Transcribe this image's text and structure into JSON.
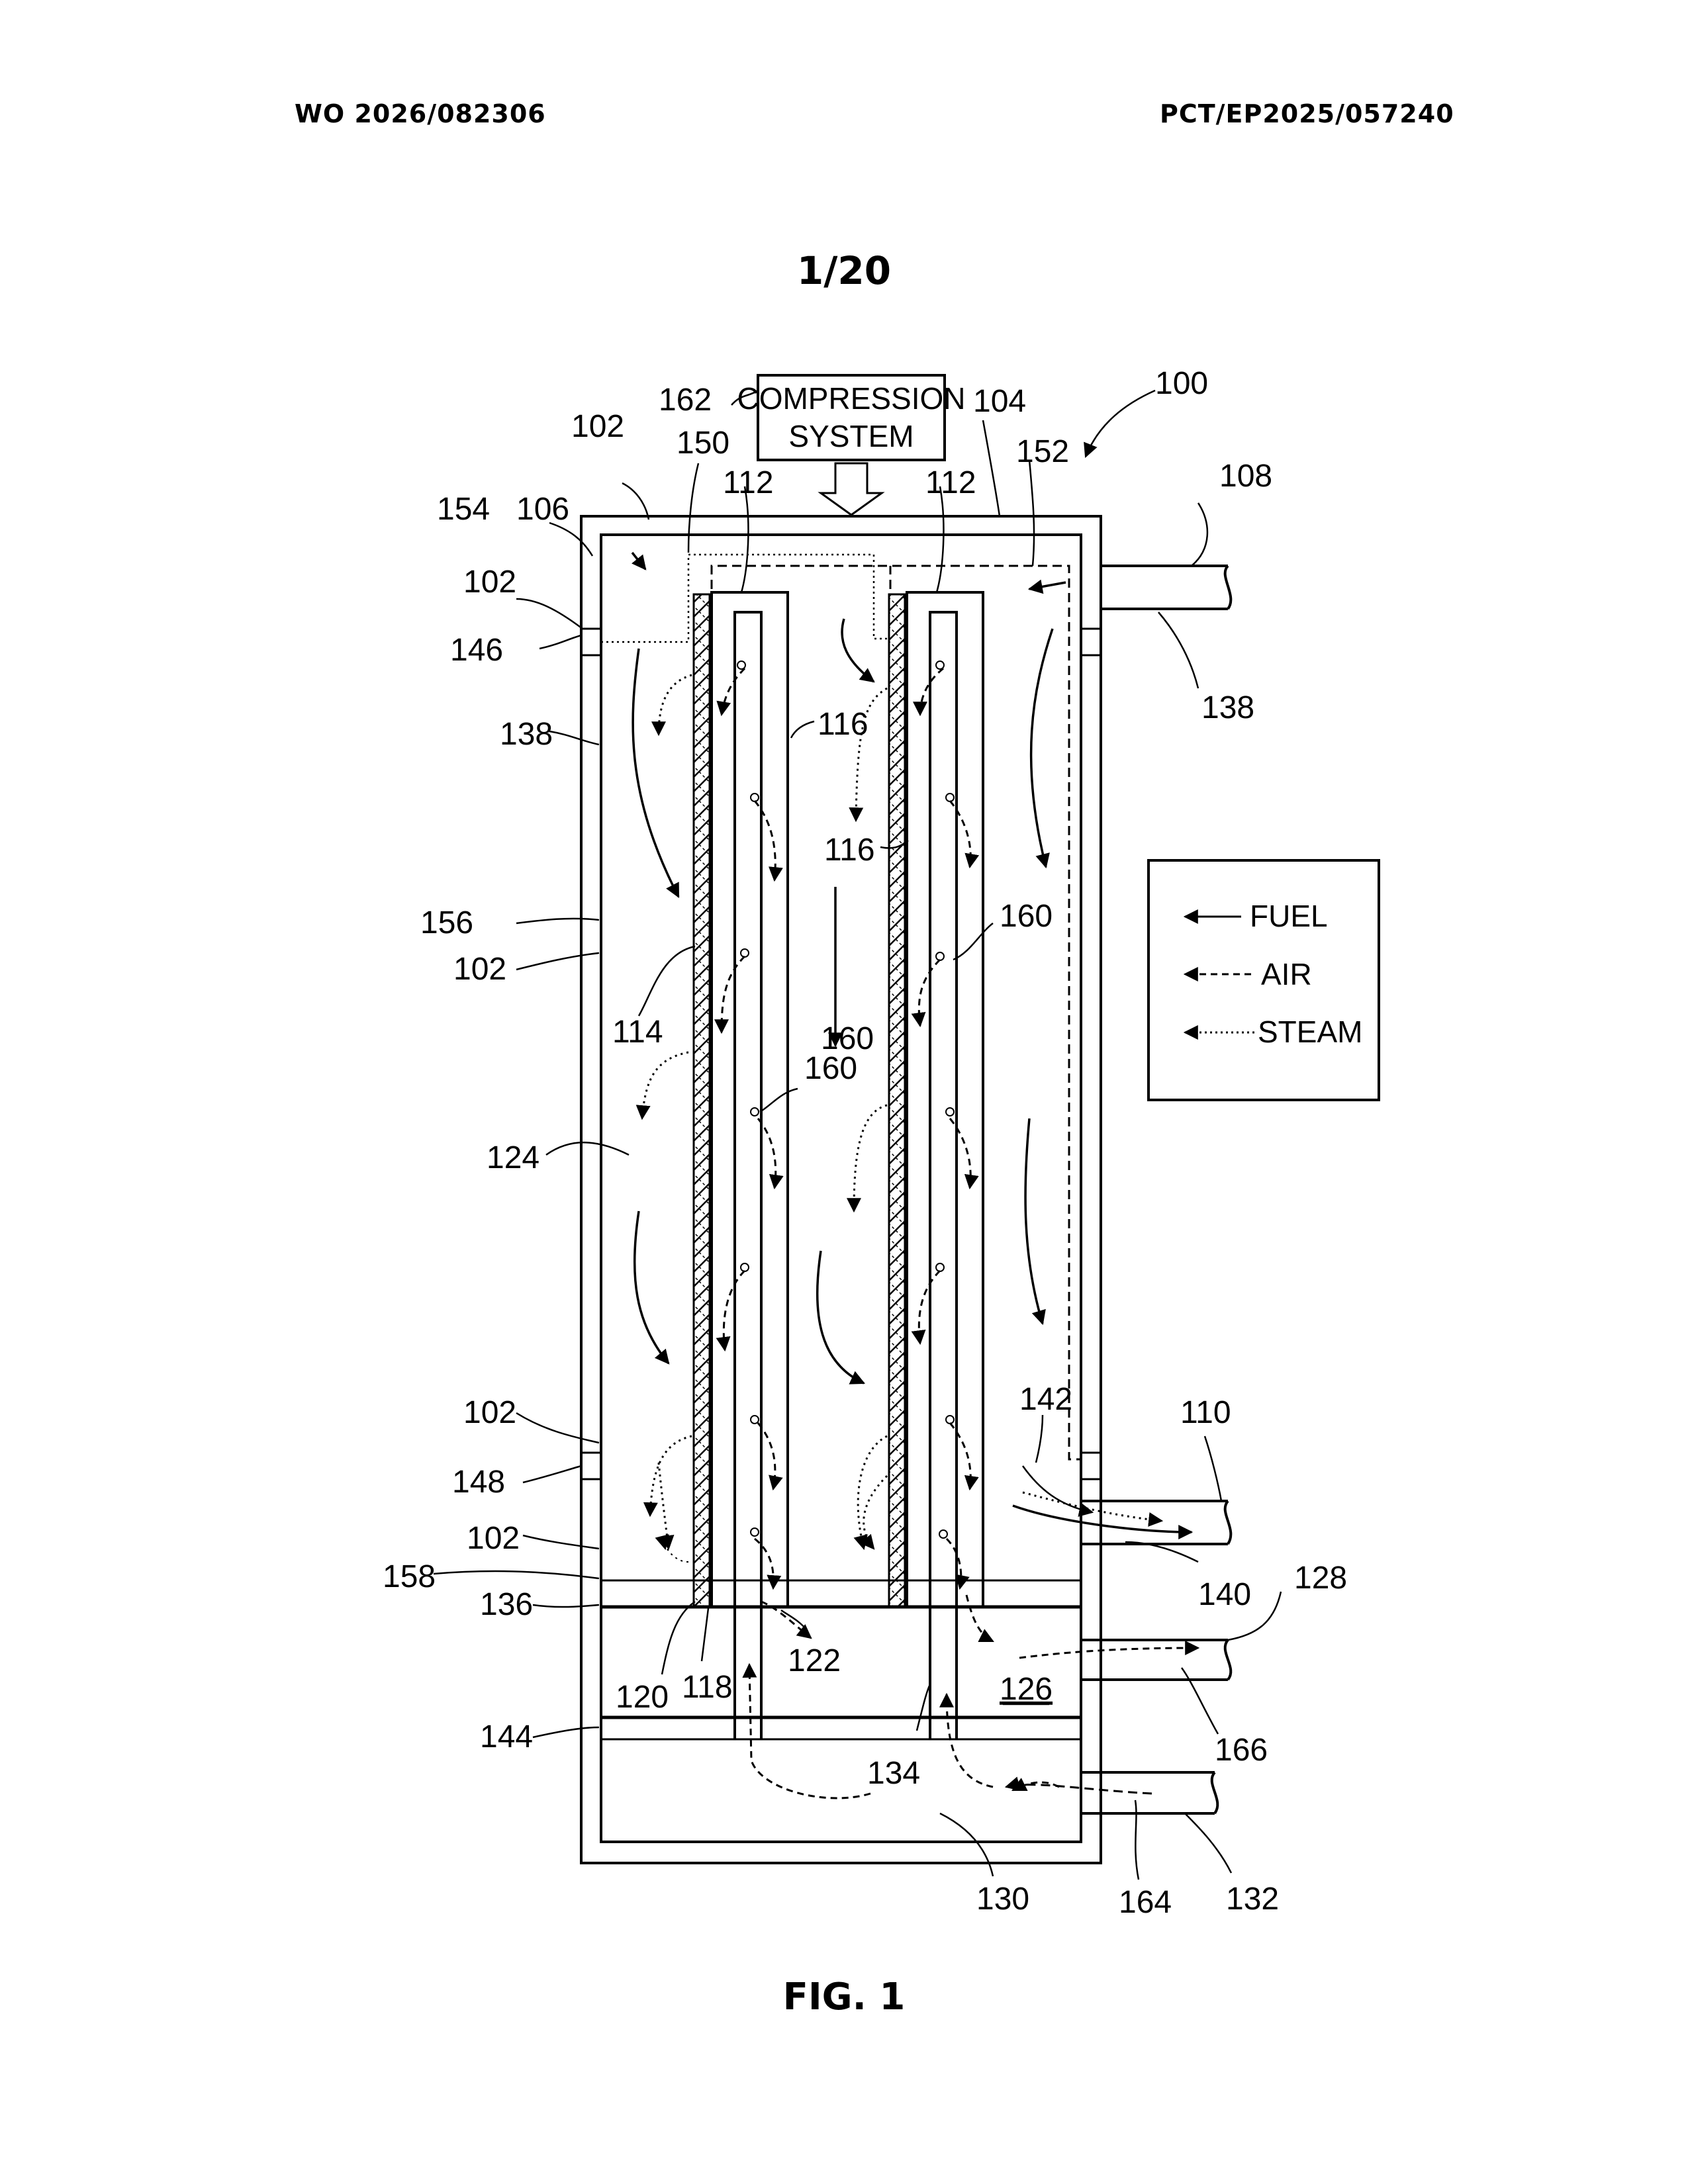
{
  "header": {
    "publication_number": "WO 2026/082306",
    "application_number": "PCT/EP2025/057240"
  },
  "sheet_number": "1/20",
  "figure_caption": "FIG. 1",
  "compression_box": {
    "line1": "COMPRESSION",
    "line2": "SYSTEM"
  },
  "legend": {
    "fuel": "FUEL",
    "air": "AIR",
    "steam": "STEAM"
  },
  "reference_numerals": {
    "n100": "100",
    "n102": "102",
    "n104": "104",
    "n106": "106",
    "n108": "108",
    "n110": "110",
    "n112": "112",
    "n114": "114",
    "n116": "116",
    "n118": "118",
    "n120": "120",
    "n122": "122",
    "n124": "124",
    "n126": "126",
    "n128": "128",
    "n130": "130",
    "n132": "132",
    "n134": "134",
    "n136": "136",
    "n138": "138",
    "n140": "140",
    "n142": "142",
    "n144": "144",
    "n146": "146",
    "n148": "148",
    "n150": "150",
    "n152": "152",
    "n154": "154",
    "n156": "156",
    "n158": "158",
    "n160": "160",
    "n162": "162",
    "n164": "164",
    "n166": "166"
  }
}
